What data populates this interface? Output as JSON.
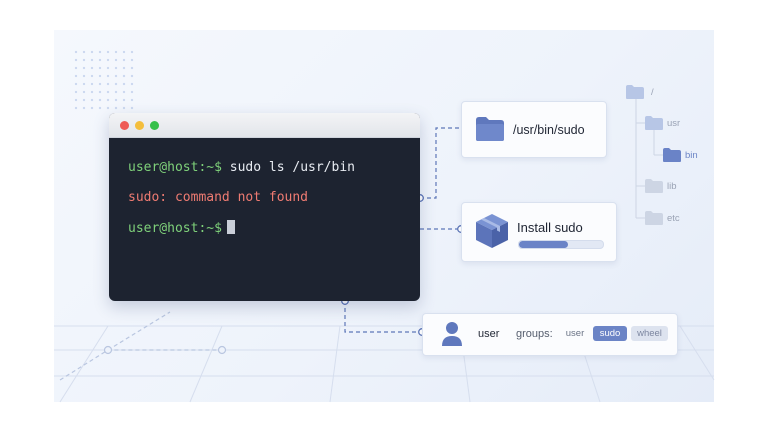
{
  "terminal": {
    "lines": [
      {
        "prompt": "user@host:~$",
        "command": " sudo ls /usr/bin"
      },
      {
        "error": "sudo: command not found"
      },
      {
        "prompt": "user@host:~$",
        "command": ""
      }
    ]
  },
  "path_card": {
    "label": "/usr/bin/sudo",
    "icon": "folder-icon"
  },
  "install_card": {
    "label": "Install sudo",
    "icon": "package-box-icon",
    "progress_percent": 58
  },
  "user_card": {
    "username": "user",
    "groups_label": "groups:",
    "groups": [
      "user",
      "sudo",
      "wheel"
    ],
    "highlighted_group": "sudo"
  },
  "file_tree": {
    "root": "/",
    "items": [
      "usr",
      "bin",
      "lib",
      "etc"
    ],
    "active": "bin"
  },
  "colors": {
    "accent": "#6b84c6",
    "prompt_green": "#7fd17a",
    "error_red": "#ef7b72",
    "terminal_bg": "#1d2330"
  }
}
